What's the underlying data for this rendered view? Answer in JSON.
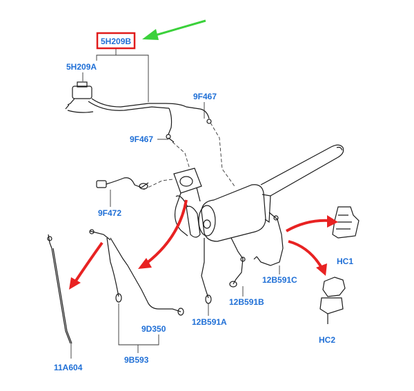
{
  "labels": {
    "l_5h209b": "5H209B",
    "l_5h209a": "5H209A",
    "l_9f467a": "9F467",
    "l_9f467b": "9F467",
    "l_9f472": "9F472",
    "l_11a604": "11A604",
    "l_9b593": "9B593",
    "l_9d350": "9D350",
    "l_12b591a": "12B591A",
    "l_12b591b": "12B591B",
    "l_12b591c": "12B591C",
    "l_hc1": "HC1",
    "l_hc2": "HC2"
  },
  "colors": {
    "label": "#1f6fd6",
    "highlight_box": "#e01b1b",
    "pointer_arrow": "#3bd13b",
    "callout_arrow": "#e82222",
    "line": "#1a1a1a"
  },
  "icons": {
    "pointer": "green-arrow-icon",
    "callout": "red-curved-arrow-icon"
  }
}
